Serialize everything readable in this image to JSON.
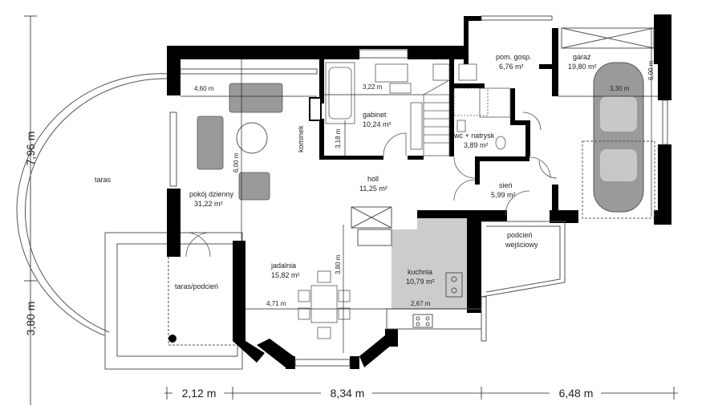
{
  "plan": {
    "rooms": [
      {
        "id": "pokoj",
        "name": "pokój dzienny",
        "area": "31,22 m²"
      },
      {
        "id": "gabinet",
        "name": "gabinet",
        "area": "10,24 m²"
      },
      {
        "id": "pom",
        "name": "pom. gosp.",
        "area": "6,76 m²"
      },
      {
        "id": "garaz",
        "name": "garaż",
        "area": "19,80 m²"
      },
      {
        "id": "wc",
        "name": "wc + natrysk",
        "area": "3,89 m²"
      },
      {
        "id": "holl",
        "name": "holl",
        "area": "11,25 m²"
      },
      {
        "id": "sien",
        "name": "sień",
        "area": "5,99 m²"
      },
      {
        "id": "jadalnia",
        "name": "jadalnia",
        "area": "15,82 m²"
      },
      {
        "id": "kuchnia",
        "name": "kuchnia",
        "area": "10,79 m²"
      }
    ],
    "labels": {
      "taras": "taras",
      "taras_podcien": "taras/podcień",
      "kominek": "kominek",
      "podcien_line1": "podcień",
      "podcien_line2": "wejściowy"
    },
    "dimensions": {
      "d_460": "4,60 m",
      "d_322": "3,22 m",
      "d_318": "3,18 m",
      "d_600_living": "6,00 m",
      "d_380_dining": "3,80 m",
      "d_471": "4,71 m",
      "d_267": "2,67 m",
      "d_330": "3,30 m",
      "d_600_garage": "6,00 m",
      "total_height": "7,96 m",
      "left_lower": "3,80 m",
      "bottom_left": "2,12 m",
      "bottom_mid": "8,34 m",
      "bottom_right": "6,48 m"
    },
    "colors": {
      "wall": "#000000",
      "kitchen_fill": "#cccccc",
      "furniture": "#9a9a9a"
    }
  }
}
